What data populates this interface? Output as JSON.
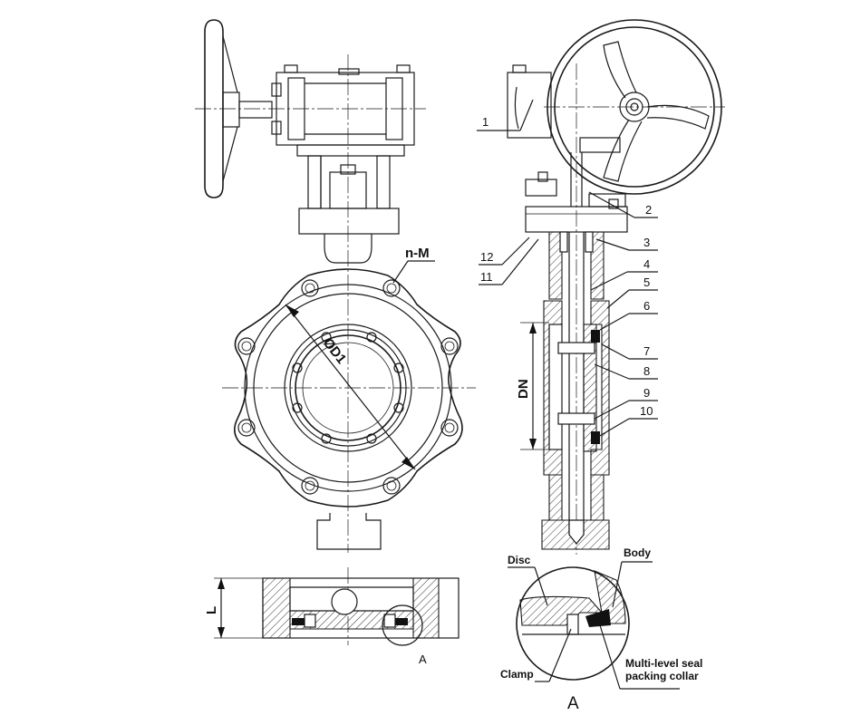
{
  "part_numbers": [
    "1",
    "2",
    "3",
    "4",
    "5",
    "6",
    "7",
    "8",
    "9",
    "10",
    "11",
    "12"
  ],
  "dimensions": {
    "bolt_spec": "n-M",
    "bolt_circle": "ØD1",
    "nominal_diameter": "DN",
    "length": "L"
  },
  "view_labels": {
    "section_marker": "A",
    "detail_title": "A"
  },
  "detail_callouts": {
    "disc": "Disc",
    "body": "Body",
    "clamp": "Clamp",
    "seal_line1": "Multi-level seal",
    "seal_line2": "packing collar"
  },
  "colors": {
    "line": "#1a1a1a",
    "background": "#ffffff"
  }
}
